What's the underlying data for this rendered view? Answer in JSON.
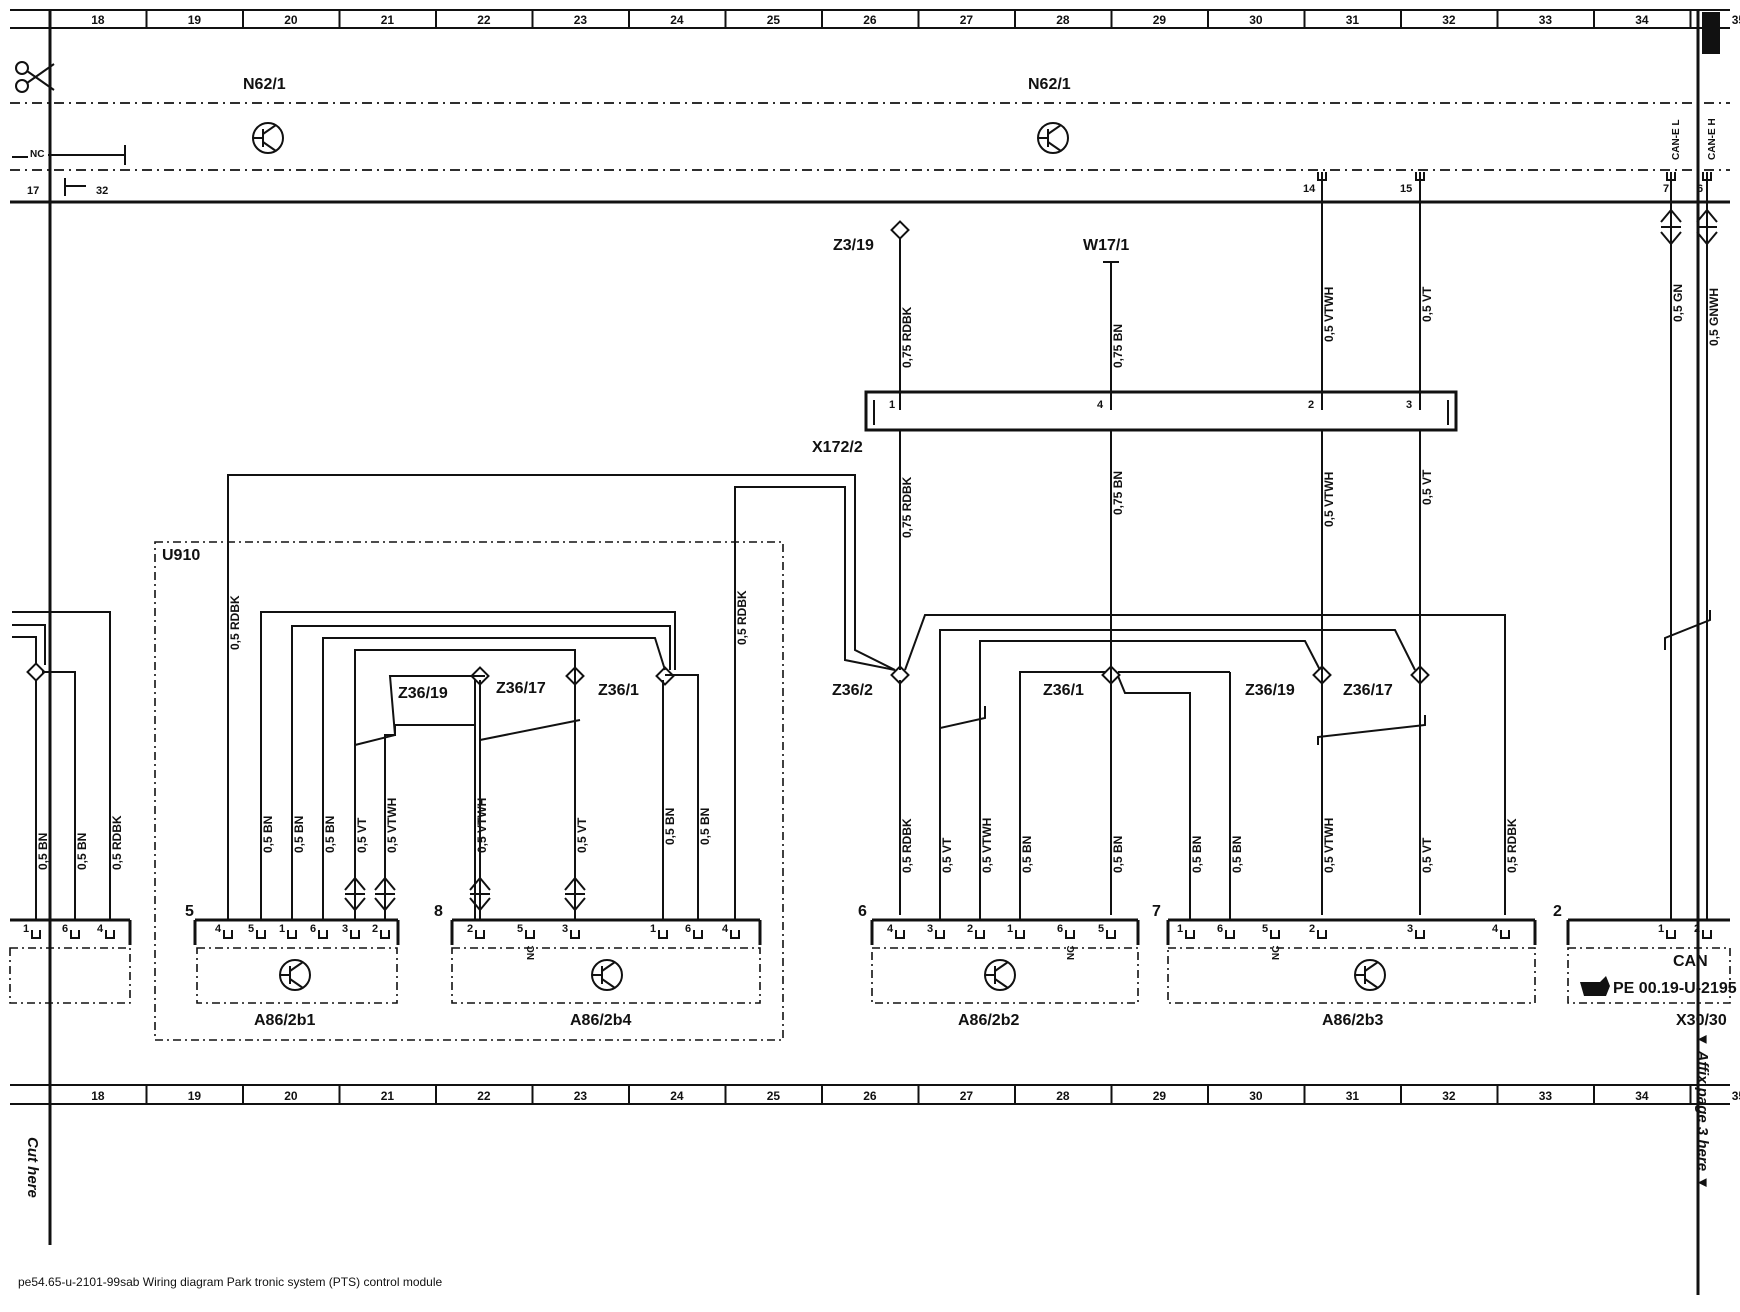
{
  "columns": [
    "18",
    "19",
    "20",
    "21",
    "22",
    "23",
    "24",
    "25",
    "26",
    "27",
    "28",
    "29",
    "30",
    "31",
    "32",
    "33",
    "34",
    "35"
  ],
  "top_labels": {
    "nc": "NC",
    "pin_17": "17",
    "pin_32": "32",
    "n62_left": "N62/1",
    "n62_right": "N62/1",
    "can_l": "CAN-E L",
    "can_h": "CAN-E H",
    "pin_14": "14",
    "pin_15": "15",
    "pin_7": "7",
    "pin_6": "6"
  },
  "components": {
    "z3_19": "Z3/19",
    "w17_1": "W17/1",
    "x172_2": "X172/2",
    "u910": "U910",
    "z36_19_left": "Z36/19",
    "z36_17_left": "Z36/17",
    "z36_1_left": "Z36/1",
    "z36_2": "Z36/2",
    "z36_1_right": "Z36/1",
    "z36_19_right": "Z36/19",
    "z36_17_right": "Z36/17",
    "a86_2b1": "A86/2b1",
    "a86_2b4": "A86/2b4",
    "a86_2b2": "A86/2b2",
    "a86_2b3": "A86/2b3",
    "x30_30": "X30/30",
    "can": "CAN",
    "pe_ref": "PE 00.19-U-2195"
  },
  "connector_numbers": {
    "b1": "5",
    "b4": "8",
    "b2": "6",
    "b3": "7",
    "x30": "2"
  },
  "wires": {
    "upper_rdbk": "0,75 RDBK",
    "upper_bn": "0,75 BN",
    "upper_vtwh": "0,5 VTWH",
    "upper_vt": "0,5 VT",
    "upper_gn": "0,5 GN",
    "upper_gnwh": "0,5 GNWH",
    "mid_rdbk": "0,75 RDBK",
    "mid_bn": "0,75 BN",
    "mid_vtwh": "0,5 VTWH",
    "mid_vt": "0,5 VT",
    "u910_rdbk_left": "0,5 RDBK",
    "u910_rdbk_right": "0,5 RDBK",
    "left_bn1": "0,5 BN",
    "left_bn2": "0,5 BN",
    "left_rdbk": "0,5 RDBK",
    "b1_bn1": "0,5 BN",
    "b1_bn2": "0,5 BN",
    "b1_bn3": "0,5 BN",
    "b1_vt": "0,5 VT",
    "b1_vtwh": "0,5 VTWH",
    "b4_vtwh": "0,5 VTWH",
    "b4_vt": "0,5 VT",
    "b4_bn1": "0,5 BN",
    "b4_bn2": "0,5 BN",
    "b2_rdbk": "0,5 RDBK",
    "b2_vt": "0,5 VT",
    "b2_vtwh": "0,5 VTWH",
    "b2_bn1": "0,5 BN",
    "b2_bn2": "0,5 BN",
    "b3_bn1": "0,5 BN",
    "b3_bn2": "0,5 BN",
    "b3_vtwh": "0,5 VTWH",
    "b3_vt": "0,5 VT",
    "b3_rdbk": "0,5 RDBK"
  },
  "pins": {
    "x172": [
      "1",
      "4",
      "2",
      "3"
    ],
    "left_block": [
      "1",
      "6",
      "4"
    ],
    "b1": [
      "4",
      "5",
      "1",
      "6",
      "3",
      "2"
    ],
    "b4": [
      "2",
      "5",
      "3",
      "1",
      "6",
      "4"
    ],
    "b2": [
      "4",
      "3",
      "2",
      "1",
      "6",
      "5"
    ],
    "b3": [
      "1",
      "6",
      "5",
      "2",
      "3",
      "4"
    ],
    "x30": [
      "1",
      "2"
    ],
    "nc": "NC"
  },
  "side_text": {
    "cut_here": "Cut here",
    "affix": "▼ Affix page 3 here ▼"
  },
  "footer": "pe54.65-u-2101-99sab Wiring diagram Park  tronic system (PTS) control module"
}
